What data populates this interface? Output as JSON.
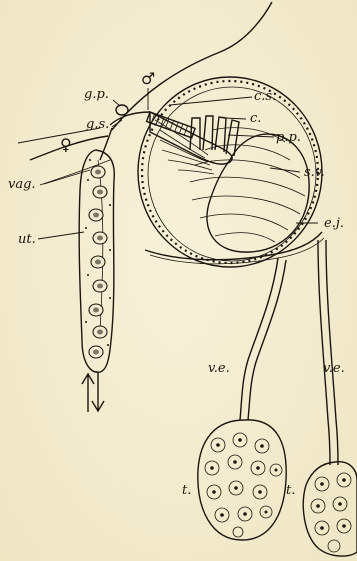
{
  "labels": {
    "gp": "g.p.",
    "gs": "g.s.",
    "female_symbol": "♀",
    "male_symbol": "♂",
    "vag": "vag.",
    "ut": "ut.",
    "cs": "c.s.",
    "c": "c.",
    "pp": "p.p.",
    "sv": "s.v.",
    "ej": "e.j.",
    "ve_left": "v.e.",
    "ve_right": "v.e.",
    "t_left": "t.",
    "t_right": "t."
  },
  "colors": {
    "ink": "#1a1610",
    "paper": "#f3ecd0"
  }
}
